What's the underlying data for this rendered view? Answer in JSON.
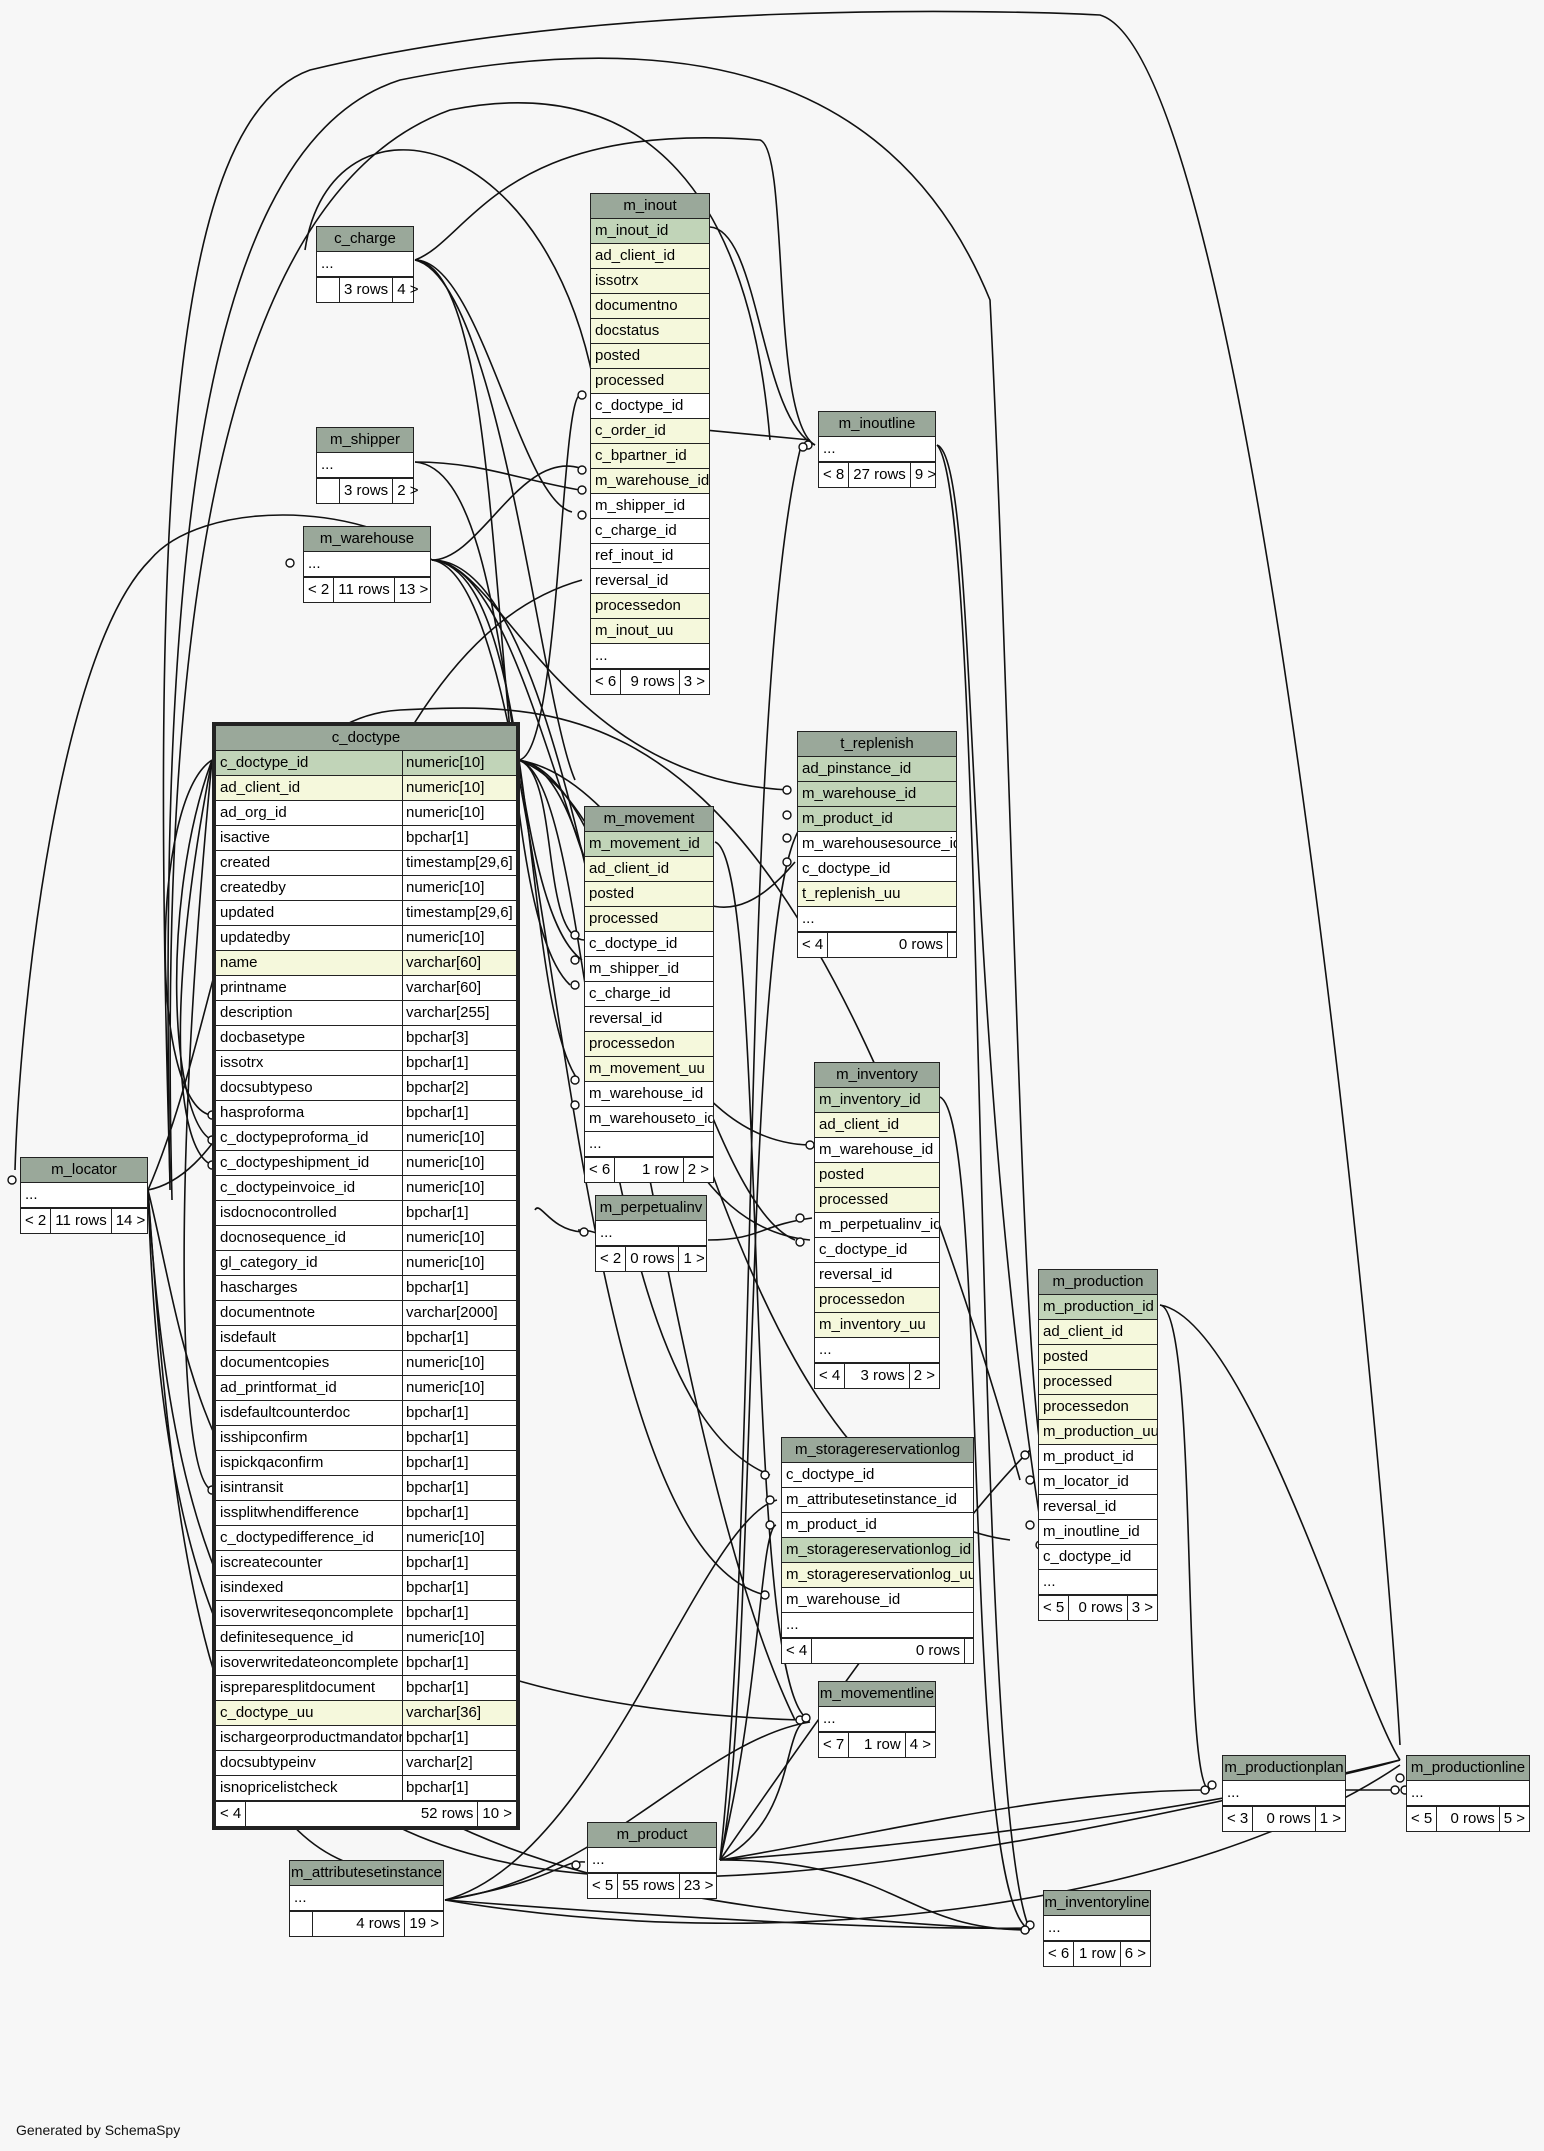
{
  "footer_text": "Generated by SchemaSpy",
  "tables": {
    "c_charge": {
      "title": "c_charge",
      "rows": [
        {
          "n": "..."
        }
      ],
      "foot": [
        "",
        "3 rows",
        "4 >"
      ]
    },
    "m_shipper": {
      "title": "m_shipper",
      "rows": [
        {
          "n": "..."
        }
      ],
      "foot": [
        "",
        "3 rows",
        "2 >"
      ]
    },
    "m_warehouse": {
      "title": "m_warehouse",
      "rows": [
        {
          "n": "..."
        }
      ],
      "foot": [
        "< 2",
        "11 rows",
        "13 >"
      ]
    },
    "m_locator": {
      "title": "m_locator",
      "rows": [
        {
          "n": "..."
        }
      ],
      "foot": [
        "< 2",
        "11 rows",
        "14 >"
      ]
    },
    "m_inout": {
      "title": "m_inout",
      "rows": [
        {
          "n": "m_inout_id",
          "s": "pk"
        },
        {
          "n": "ad_client_id",
          "s": "req"
        },
        {
          "n": "issotrx",
          "s": "req"
        },
        {
          "n": "documentno",
          "s": "req"
        },
        {
          "n": "docstatus",
          "s": "req"
        },
        {
          "n": "posted",
          "s": "req"
        },
        {
          "n": "processed",
          "s": "req"
        },
        {
          "n": "c_doctype_id"
        },
        {
          "n": "c_order_id",
          "s": "req"
        },
        {
          "n": "c_bpartner_id",
          "s": "req"
        },
        {
          "n": "m_warehouse_id",
          "s": "req"
        },
        {
          "n": "m_shipper_id"
        },
        {
          "n": "c_charge_id"
        },
        {
          "n": "ref_inout_id"
        },
        {
          "n": "reversal_id"
        },
        {
          "n": "processedon",
          "s": "req"
        },
        {
          "n": "m_inout_uu",
          "s": "req"
        },
        {
          "n": "..."
        }
      ],
      "foot": [
        "< 6",
        "9 rows",
        "3 >"
      ]
    },
    "m_inoutline": {
      "title": "m_inoutline",
      "rows": [
        {
          "n": "..."
        }
      ],
      "foot": [
        "< 8",
        "27 rows",
        "9 >"
      ]
    },
    "t_replenish": {
      "title": "t_replenish",
      "rows": [
        {
          "n": "ad_pinstance_id",
          "s": "pk"
        },
        {
          "n": "m_warehouse_id",
          "s": "pk"
        },
        {
          "n": "m_product_id",
          "s": "pk"
        },
        {
          "n": "m_warehousesource_id"
        },
        {
          "n": "c_doctype_id"
        },
        {
          "n": "t_replenish_uu",
          "s": "req"
        },
        {
          "n": "..."
        }
      ],
      "foot": [
        "< 4",
        "0 rows",
        ""
      ]
    },
    "m_movement": {
      "title": "m_movement",
      "rows": [
        {
          "n": "m_movement_id",
          "s": "pk"
        },
        {
          "n": "ad_client_id",
          "s": "req"
        },
        {
          "n": "posted",
          "s": "req"
        },
        {
          "n": "processed",
          "s": "req"
        },
        {
          "n": "c_doctype_id"
        },
        {
          "n": "m_shipper_id"
        },
        {
          "n": "c_charge_id"
        },
        {
          "n": "reversal_id"
        },
        {
          "n": "processedon",
          "s": "req"
        },
        {
          "n": "m_movement_uu",
          "s": "req"
        },
        {
          "n": "m_warehouse_id"
        },
        {
          "n": "m_warehouseto_id"
        },
        {
          "n": "..."
        }
      ],
      "foot": [
        "< 6",
        "1 row",
        "2 >"
      ]
    },
    "m_inventory": {
      "title": "m_inventory",
      "rows": [
        {
          "n": "m_inventory_id",
          "s": "pk"
        },
        {
          "n": "ad_client_id",
          "s": "req"
        },
        {
          "n": "m_warehouse_id"
        },
        {
          "n": "posted",
          "s": "req"
        },
        {
          "n": "processed",
          "s": "req"
        },
        {
          "n": "m_perpetualinv_id"
        },
        {
          "n": "c_doctype_id"
        },
        {
          "n": "reversal_id"
        },
        {
          "n": "processedon",
          "s": "req"
        },
        {
          "n": "m_inventory_uu",
          "s": "req"
        },
        {
          "n": "..."
        }
      ],
      "foot": [
        "< 4",
        "3 rows",
        "2 >"
      ]
    },
    "m_perpetualinv": {
      "title": "m_perpetualinv",
      "rows": [
        {
          "n": "..."
        }
      ],
      "foot": [
        "< 2",
        "0 rows",
        "1 >"
      ]
    },
    "m_production": {
      "title": "m_production",
      "rows": [
        {
          "n": "m_production_id",
          "s": "pk"
        },
        {
          "n": "ad_client_id",
          "s": "req"
        },
        {
          "n": "posted",
          "s": "req"
        },
        {
          "n": "processed",
          "s": "req"
        },
        {
          "n": "processedon",
          "s": "req"
        },
        {
          "n": "m_production_uu",
          "s": "req"
        },
        {
          "n": "m_product_id"
        },
        {
          "n": "m_locator_id"
        },
        {
          "n": "reversal_id"
        },
        {
          "n": "m_inoutline_id"
        },
        {
          "n": "c_doctype_id"
        },
        {
          "n": "..."
        }
      ],
      "foot": [
        "< 5",
        "0 rows",
        "3 >"
      ]
    },
    "m_storagereservationlog": {
      "title": "m_storagereservationlog",
      "rows": [
        {
          "n": "c_doctype_id"
        },
        {
          "n": "m_attributesetinstance_id"
        },
        {
          "n": "m_product_id"
        },
        {
          "n": "m_storagereservationlog_id",
          "s": "pk"
        },
        {
          "n": "m_storagereservationlog_uu",
          "s": "req"
        },
        {
          "n": "m_warehouse_id"
        },
        {
          "n": "..."
        }
      ],
      "foot": [
        "< 4",
        "0 rows",
        ""
      ]
    },
    "m_movementline": {
      "title": "m_movementline",
      "rows": [
        {
          "n": "..."
        }
      ],
      "foot": [
        "< 7",
        "1 row",
        "4 >"
      ]
    },
    "m_product": {
      "title": "m_product",
      "rows": [
        {
          "n": "..."
        }
      ],
      "foot": [
        "< 5",
        "55 rows",
        "23 >"
      ]
    },
    "m_attributesetinstance": {
      "title": "m_attributesetinstance",
      "rows": [
        {
          "n": "..."
        }
      ],
      "foot": [
        "",
        "4 rows",
        "19 >"
      ]
    },
    "m_inventoryline": {
      "title": "m_inventoryline",
      "rows": [
        {
          "n": "..."
        }
      ],
      "foot": [
        "< 6",
        "1 row",
        "6 >"
      ]
    },
    "m_productionplan": {
      "title": "m_productionplan",
      "rows": [
        {
          "n": "..."
        }
      ],
      "foot": [
        "< 3",
        "0 rows",
        "1 >"
      ]
    },
    "m_productionline": {
      "title": "m_productionline",
      "rows": [
        {
          "n": "..."
        }
      ],
      "foot": [
        "< 5",
        "0 rows",
        "5 >"
      ]
    },
    "c_doctype": {
      "title": "c_doctype",
      "rows": [
        {
          "n": "c_doctype_id",
          "t": "numeric[10]",
          "s": "pk"
        },
        {
          "n": "ad_client_id",
          "t": "numeric[10]",
          "s": "req"
        },
        {
          "n": "ad_org_id",
          "t": "numeric[10]"
        },
        {
          "n": "isactive",
          "t": "bpchar[1]"
        },
        {
          "n": "created",
          "t": "timestamp[29,6]"
        },
        {
          "n": "createdby",
          "t": "numeric[10]"
        },
        {
          "n": "updated",
          "t": "timestamp[29,6]"
        },
        {
          "n": "updatedby",
          "t": "numeric[10]"
        },
        {
          "n": "name",
          "t": "varchar[60]",
          "s": "req"
        },
        {
          "n": "printname",
          "t": "varchar[60]"
        },
        {
          "n": "description",
          "t": "varchar[255]"
        },
        {
          "n": "docbasetype",
          "t": "bpchar[3]"
        },
        {
          "n": "issotrx",
          "t": "bpchar[1]"
        },
        {
          "n": "docsubtypeso",
          "t": "bpchar[2]"
        },
        {
          "n": "hasproforma",
          "t": "bpchar[1]"
        },
        {
          "n": "c_doctypeproforma_id",
          "t": "numeric[10]"
        },
        {
          "n": "c_doctypeshipment_id",
          "t": "numeric[10]"
        },
        {
          "n": "c_doctypeinvoice_id",
          "t": "numeric[10]"
        },
        {
          "n": "isdocnocontrolled",
          "t": "bpchar[1]"
        },
        {
          "n": "docnosequence_id",
          "t": "numeric[10]"
        },
        {
          "n": "gl_category_id",
          "t": "numeric[10]"
        },
        {
          "n": "hascharges",
          "t": "bpchar[1]"
        },
        {
          "n": "documentnote",
          "t": "varchar[2000]"
        },
        {
          "n": "isdefault",
          "t": "bpchar[1]"
        },
        {
          "n": "documentcopies",
          "t": "numeric[10]"
        },
        {
          "n": "ad_printformat_id",
          "t": "numeric[10]"
        },
        {
          "n": "isdefaultcounterdoc",
          "t": "bpchar[1]"
        },
        {
          "n": "isshipconfirm",
          "t": "bpchar[1]"
        },
        {
          "n": "ispickqaconfirm",
          "t": "bpchar[1]"
        },
        {
          "n": "isintransit",
          "t": "bpchar[1]"
        },
        {
          "n": "issplitwhendifference",
          "t": "bpchar[1]"
        },
        {
          "n": "c_doctypedifference_id",
          "t": "numeric[10]"
        },
        {
          "n": "iscreatecounter",
          "t": "bpchar[1]"
        },
        {
          "n": "isindexed",
          "t": "bpchar[1]"
        },
        {
          "n": "isoverwriteseqoncomplete",
          "t": "bpchar[1]"
        },
        {
          "n": "definitesequence_id",
          "t": "numeric[10]"
        },
        {
          "n": "isoverwritedateoncomplete",
          "t": "bpchar[1]"
        },
        {
          "n": "ispreparesplitdocument",
          "t": "bpchar[1]"
        },
        {
          "n": "c_doctype_uu",
          "t": "varchar[36]",
          "s": "req"
        },
        {
          "n": "ischargeorproductmandatory",
          "t": "bpchar[1]"
        },
        {
          "n": "docsubtypeinv",
          "t": "varchar[2]"
        },
        {
          "n": "isnopricelistcheck",
          "t": "bpchar[1]"
        }
      ],
      "foot": [
        "< 4",
        "52 rows",
        "10 >"
      ]
    }
  }
}
